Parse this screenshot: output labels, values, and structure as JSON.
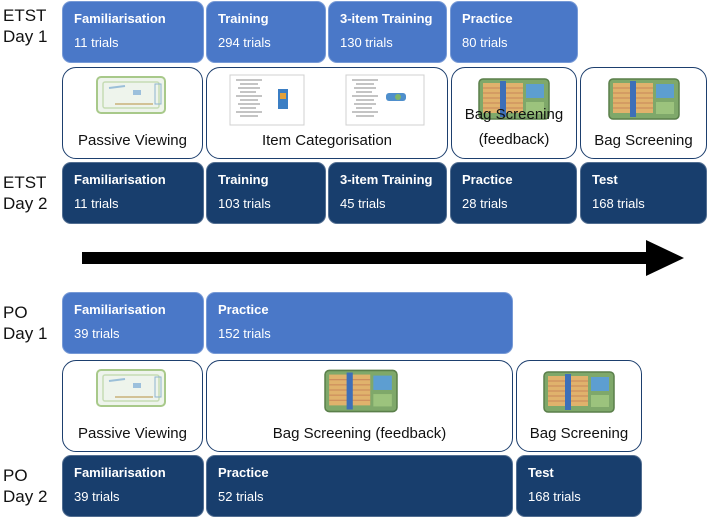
{
  "etst_day1": {
    "label_line1": "ETST",
    "label_line2": "Day 1",
    "blocks": [
      {
        "name": "Familiarisation",
        "trials": "11 trials"
      },
      {
        "name": "Training",
        "trials": "294 trials"
      },
      {
        "name": "3-item Training",
        "trials": "130 trials"
      },
      {
        "name": "Practice",
        "trials": "80 trials"
      }
    ]
  },
  "etst_tasks": [
    {
      "caption": "Passive Viewing"
    },
    {
      "caption": "Item Categorisation"
    },
    {
      "caption_line1": "Bag Screening",
      "caption_line2": "(feedback)"
    },
    {
      "caption": "Bag Screening"
    }
  ],
  "etst_day2": {
    "label_line1": "ETST",
    "label_line2": "Day 2",
    "blocks": [
      {
        "name": "Familiarisation",
        "trials": "11 trials"
      },
      {
        "name": "Training",
        "trials": "103 trials"
      },
      {
        "name": "3-item Training",
        "trials": "45 trials"
      },
      {
        "name": "Practice",
        "trials": "28 trials"
      },
      {
        "name": "Test",
        "trials": "168 trials"
      }
    ]
  },
  "po_day1": {
    "label_line1": "PO",
    "label_line2": "Day 1",
    "blocks": [
      {
        "name": "Familiarisation",
        "trials": "39 trials"
      },
      {
        "name": "Practice",
        "trials": "152 trials"
      }
    ]
  },
  "po_tasks": [
    {
      "caption": "Passive Viewing"
    },
    {
      "caption": "Bag Screening (feedback)"
    },
    {
      "caption": "Bag Screening"
    }
  ],
  "po_day2": {
    "label_line1": "PO",
    "label_line2": "Day 2",
    "blocks": [
      {
        "name": "Familiarisation",
        "trials": "39 trials"
      },
      {
        "name": "Practice",
        "trials": "52 trials"
      },
      {
        "name": "Test",
        "trials": "168 trials"
      }
    ]
  },
  "colors": {
    "day1_block": "#4a78c8",
    "day2_block": "#183e6d",
    "panel_border": "#1d3f6e",
    "arrow": "#000000"
  }
}
